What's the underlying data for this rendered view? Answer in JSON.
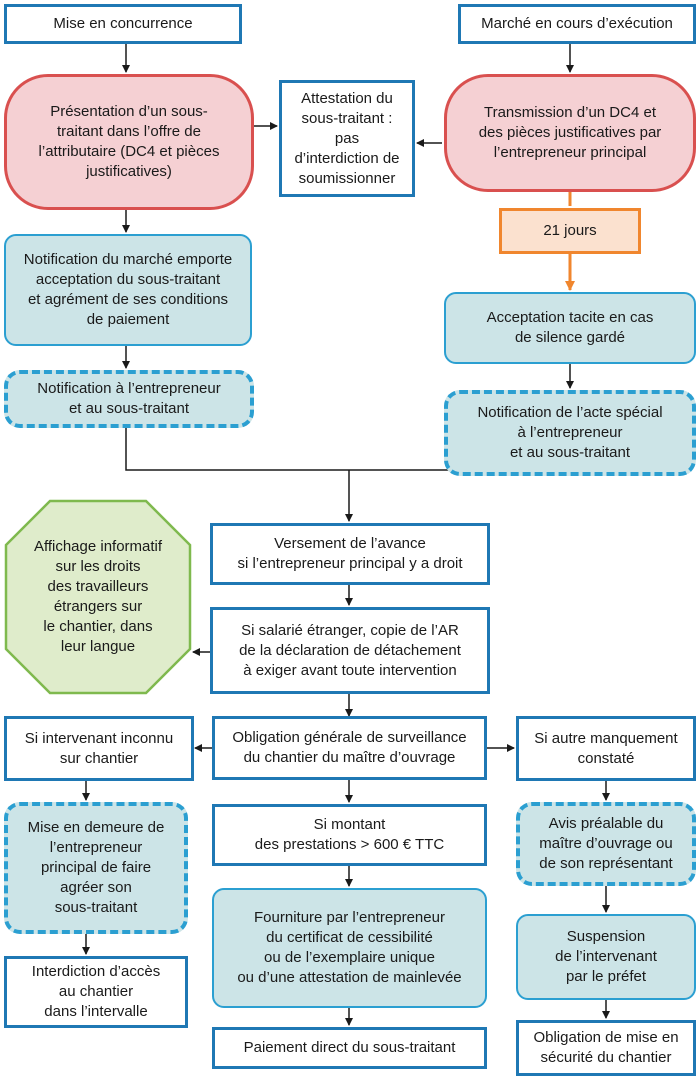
{
  "nodes": {
    "mise_en_concurrence": "Mise en concurrence",
    "marche_en_cours": "Marché en cours d’exécution",
    "presentation": "Présentation d’un sous-\ntraitant dans l’offre de\nl’attributaire (DC4 et pièces\njustificatives)",
    "attestation": "Attestation du\nsous-traitant :\npas\nd’interdiction de\nsoumissionner",
    "transmission": "Transmission d’un DC4 et\ndes pièces justificatives par\nl’entrepreneur principal",
    "vingt_et_un_jours": "21 jours",
    "notification_marche": "Notification du marché emporte\nacceptation du sous-traitant\net agrément de ses conditions\nde paiement",
    "acceptation_tacite": "Acceptation tacite en cas\nde silence gardé",
    "notification_entrepreneur": "Notification à l’entrepreneur\net au sous-traitant",
    "notification_acte": "Notification de l’acte spécial\nà l’entrepreneur\net au sous-traitant",
    "versement": "Versement de l’avance\nsi l’entrepreneur principal y a droit",
    "affichage": "Affichage informatif\nsur les droits\ndes travailleurs\nétrangers sur\nle chantier, dans\nleur langue",
    "salarie_etranger": "Si salarié étranger, copie de l’AR\nde la déclaration de détachement\nà exiger avant toute intervention",
    "intervenant_inconnu": "Si intervenant inconnu\nsur chantier",
    "obligation_surveillance": "Obligation générale de surveillance\ndu chantier du maître d’ouvrage",
    "autre_manquement": "Si autre manquement\nconstaté",
    "mise_en_demeure": "Mise en demeure de\nl’entrepreneur\nprincipal de faire\nagréer son\nsous-traitant",
    "si_montant": "Si montant\ndes prestations > 600 € TTC",
    "avis_prealable": "Avis préalable du\nmaître d’ouvrage ou\nde son représentant",
    "fourniture": "Fourniture par l’entrepreneur\ndu certificat de cessibilité\nou de l’exemplaire unique\nou d’une attestation de mainlevée",
    "suspension": "Suspension\nde l’intervenant\npar le préfet",
    "interdiction_acces": "Interdiction d’accès\nau chantier\ndans l’intervalle",
    "paiement_direct": "Paiement direct du sous-traitant",
    "obligation_securite": "Obligation de mise en\nsécurité du chantier"
  },
  "colors": {
    "blue_border": "#1f78b4",
    "teal_fill": "#cce4e7",
    "pink_fill": "#f5d0d3",
    "red_border": "#d9504f",
    "orange_border": "#f0862e",
    "orange_fill": "#fbe1cf",
    "green_fill": "#dfeccb",
    "green_border": "#7fb94e"
  }
}
